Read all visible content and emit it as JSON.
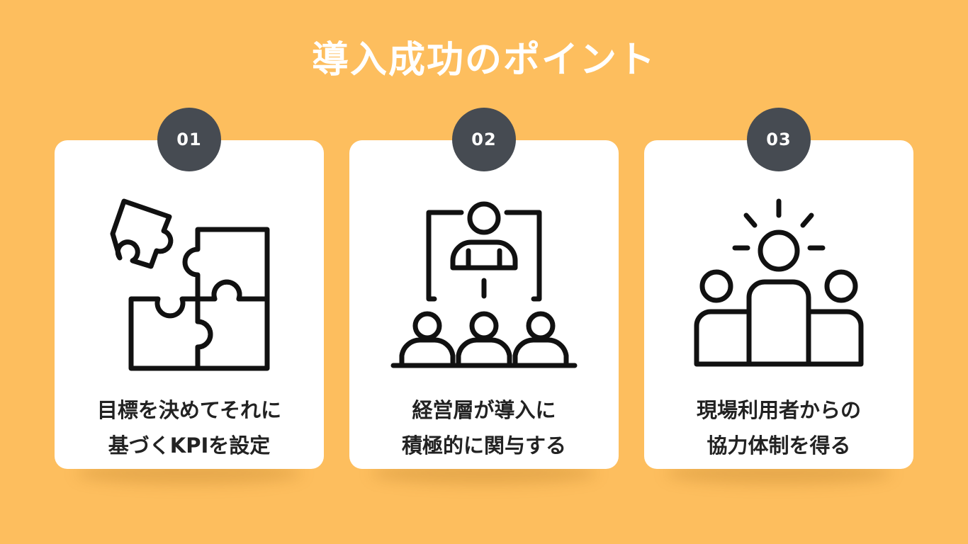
{
  "title": "導入成功のポイント",
  "colors": {
    "background": "#FDBE5E",
    "card": "#FFFFFF",
    "badge": "#464B52",
    "text": "#222222",
    "icon_stroke": "#111111"
  },
  "cards": [
    {
      "number": "01",
      "icon": "puzzle-icon",
      "lines": [
        "目標を決めてそれに",
        "基づくKPIを設定"
      ]
    },
    {
      "number": "02",
      "icon": "leadership-hierarchy-icon",
      "lines": [
        "経営層が導入に",
        "積極的に関与する"
      ]
    },
    {
      "number": "03",
      "icon": "team-collaboration-icon",
      "lines": [
        "現場利用者からの",
        "協力体制を得る"
      ]
    }
  ]
}
